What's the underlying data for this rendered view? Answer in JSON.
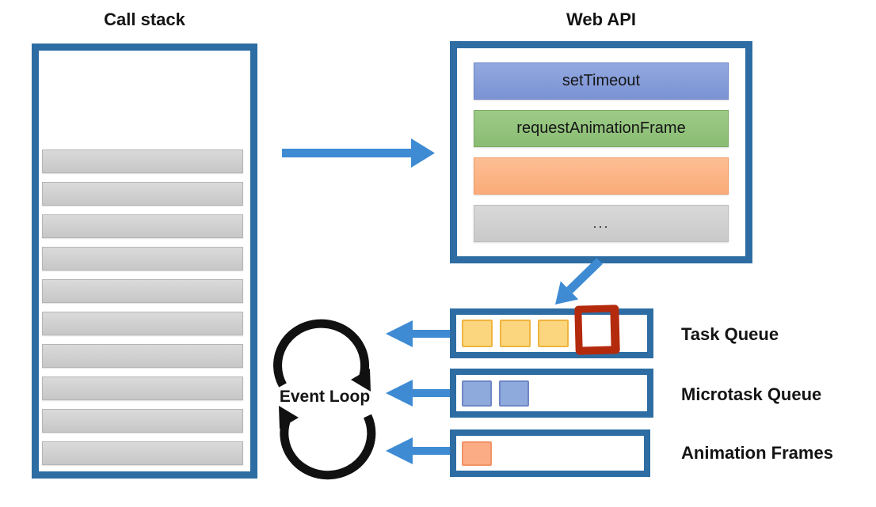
{
  "titles": {
    "call_stack": "Call stack",
    "web_api": "Web API"
  },
  "call_stack": {
    "frame_count": 10
  },
  "web_api": {
    "items": [
      {
        "label": "setTimeout",
        "color": "blue"
      },
      {
        "label": "requestAnimationFrame",
        "color": "green"
      },
      {
        "label": "",
        "color": "orange"
      },
      {
        "label": "...",
        "color": "gray"
      }
    ]
  },
  "queues": [
    {
      "label": "Task Queue",
      "item_count": 3,
      "highlighted_empty_slot": true
    },
    {
      "label": "Microtask Queue",
      "item_count": 2
    },
    {
      "label": "Animation Frames",
      "item_count": 1
    }
  ],
  "event_loop": {
    "label": "Event Loop"
  },
  "colors": {
    "box-border": "#2D6DA3",
    "arrow-blue": "#3E8BD3",
    "ink": "#111111",
    "stack-bar-light": "#DADADA",
    "stack-bar-dark": "#C7C7C7",
    "stack-bar-border": "#B5B5B5",
    "settimeout-light": "#93A9E0",
    "settimeout-dark": "#7B92D4",
    "settimeout-border": "#6F86C6",
    "raf-light": "#9DCB87",
    "raf-dark": "#8ABC73",
    "raf-border": "#7BAD63",
    "orange-light": "#FCBE93",
    "orange-dark": "#FBAB79",
    "orange-border": "#F29E69",
    "gray-light": "#D8D8D8",
    "gray-dark": "#C9C9C9",
    "gray-border": "#BEBEBE",
    "task-item": "#FBD67E",
    "task-item-border": "#EFB43E",
    "micro-item": "#8EA9DB",
    "micro-item-border": "#7087C6",
    "anim-item": "#FCAC84",
    "anim-item-border": "#F19267",
    "highlight-red": "#B42A0D"
  }
}
